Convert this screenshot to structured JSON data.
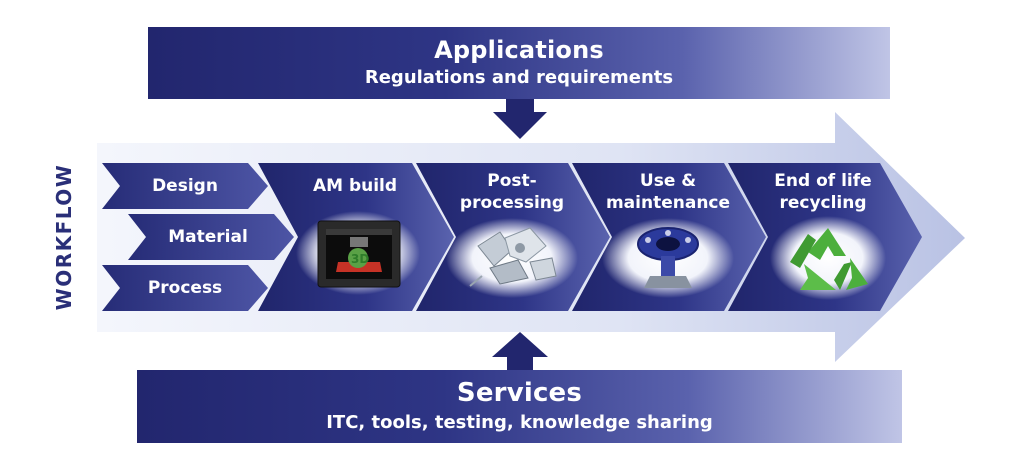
{
  "top_banner": {
    "title": "Applications",
    "subtitle": "Regulations and requirements"
  },
  "bottom_banner": {
    "title": "Services",
    "subtitle": "ITC, tools, testing, knowledge sharing"
  },
  "workflow_label": "WORKFLOW",
  "input_steps": [
    "Design",
    "Material",
    "Process"
  ],
  "stages": [
    {
      "label": "AM build",
      "image": "3d-printer"
    },
    {
      "label": "Post-\nprocessing",
      "image": "metal-parts"
    },
    {
      "label": "Use &\nmaintenance",
      "image": "mechanical-component"
    },
    {
      "label": "End of life\nrecycling",
      "image": "recycle-symbol"
    }
  ],
  "colors": {
    "dark_navy": "#22266e",
    "chevron_blue": "#2c3381",
    "light_arrow": "#cfd6ee",
    "recycle_green": "#4caf3c"
  }
}
